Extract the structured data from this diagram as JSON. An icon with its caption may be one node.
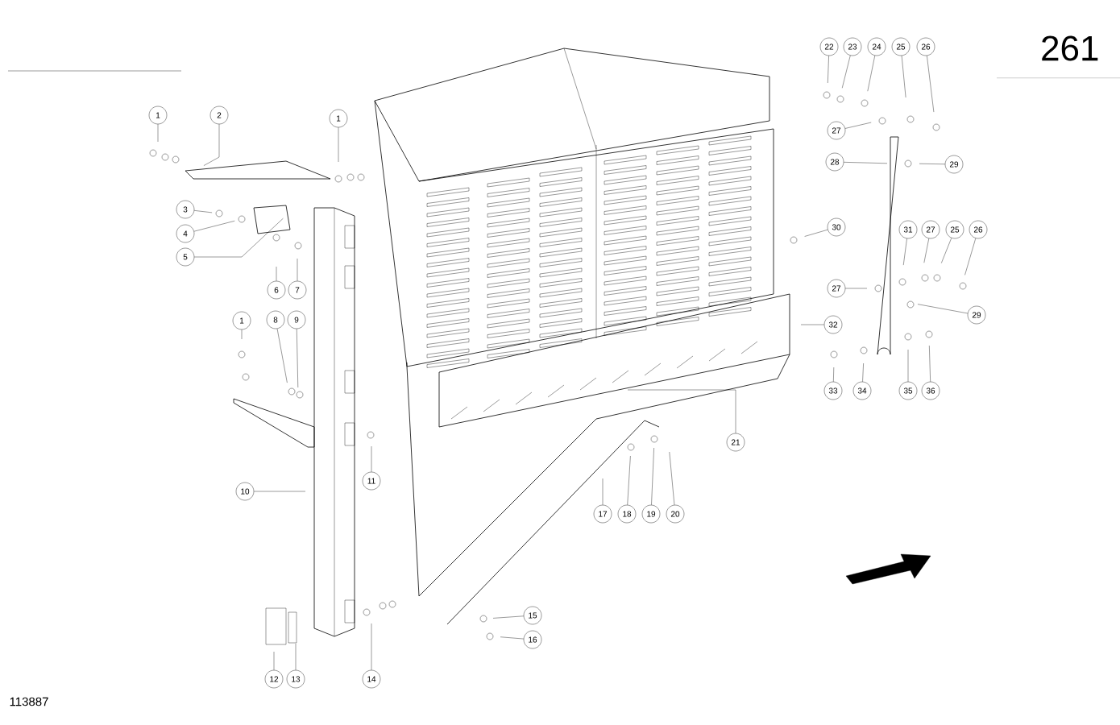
{
  "diagram": {
    "nodes": [
      {
        "text": [
          "1"
        ]
      },
      {
        "text": [
          "2"
        ]
      },
      {
        "text": [
          "1"
        ]
      },
      {
        "text": [
          "3"
        ]
      },
      {
        "text": [
          "4"
        ]
      },
      {
        "text": [
          "5"
        ]
      },
      {
        "text": [
          "6"
        ]
      },
      {
        "text": [
          "7"
        ]
      },
      {
        "text": [
          "1"
        ]
      },
      {
        "text": [
          "8"
        ]
      },
      {
        "text": [
          "9"
        ]
      },
      {
        "text": [
          "10"
        ]
      },
      {
        "text": [
          "11"
        ]
      },
      {
        "text": [
          "12"
        ]
      },
      {
        "text": [
          "13"
        ]
      },
      {
        "text": [
          "14"
        ]
      },
      {
        "text": [
          "15"
        ]
      },
      {
        "text": [
          "16"
        ]
      },
      {
        "text": [
          "17"
        ]
      },
      {
        "text": [
          "18"
        ]
      },
      {
        "text": [
          "19"
        ]
      },
      {
        "text": [
          "20"
        ]
      },
      {
        "text": [
          "21"
        ]
      },
      {
        "text": [
          "22"
        ]
      },
      {
        "text": [
          "23"
        ]
      },
      {
        "text": [
          "24"
        ]
      },
      {
        "text": [
          "25"
        ]
      },
      {
        "text": [
          "26"
        ]
      },
      {
        "text": [
          "27"
        ]
      },
      {
        "text": [
          "28"
        ]
      },
      {
        "text": [
          "29"
        ]
      },
      {
        "text": [
          "30"
        ]
      },
      {
        "text": [
          "31"
        ]
      },
      {
        "text": [
          "27"
        ]
      },
      {
        "text": [
          "25"
        ]
      },
      {
        "text": [
          "26"
        ]
      },
      {
        "text": [
          "27"
        ]
      },
      {
        "text": [
          "29"
        ]
      },
      {
        "text": [
          "32"
        ]
      },
      {
        "text": [
          "33"
        ]
      },
      {
        "text": [
          "34"
        ]
      },
      {
        "text": [
          "35"
        ]
      },
      {
        "text": [
          "36"
        ]
      }
    ],
    "edges": [
      {
        "from": 0,
        "to": null,
        "arrow": "none"
      },
      {
        "from": 1,
        "to": null,
        "arrow": "none"
      },
      {
        "from": 2,
        "to": null,
        "arrow": "none"
      },
      {
        "from": 3,
        "to": null,
        "arrow": "none"
      },
      {
        "from": 4,
        "to": null,
        "arrow": "none"
      },
      {
        "from": 5,
        "to": null,
        "arrow": "none"
      },
      {
        "from": 6,
        "to": null,
        "arrow": "none"
      },
      {
        "from": 7,
        "to": null,
        "arrow": "none"
      },
      {
        "from": 8,
        "to": null,
        "arrow": "none"
      },
      {
        "from": 9,
        "to": null,
        "arrow": "none"
      },
      {
        "from": 10,
        "to": null,
        "arrow": "none"
      },
      {
        "from": 11,
        "to": null,
        "arrow": "none"
      },
      {
        "from": 12,
        "to": null,
        "arrow": "none"
      },
      {
        "from": 13,
        "to": null,
        "arrow": "none"
      },
      {
        "from": 14,
        "to": null,
        "arrow": "none"
      },
      {
        "from": 15,
        "to": null,
        "arrow": "none"
      },
      {
        "from": 16,
        "to": null,
        "arrow": "none"
      },
      {
        "from": 17,
        "to": null,
        "arrow": "none"
      },
      {
        "from": 18,
        "to": null,
        "arrow": "none"
      },
      {
        "from": 19,
        "to": null,
        "arrow": "none"
      },
      {
        "from": 20,
        "to": null,
        "arrow": "none"
      },
      {
        "from": 21,
        "to": null,
        "arrow": "none"
      },
      {
        "from": 22,
        "to": null,
        "arrow": "none"
      },
      {
        "from": 23,
        "to": null,
        "arrow": "none"
      },
      {
        "from": 24,
        "to": null,
        "arrow": "none"
      },
      {
        "from": 25,
        "to": null,
        "arrow": "none"
      },
      {
        "from": 26,
        "to": null,
        "arrow": "none"
      },
      {
        "from": 27,
        "to": null,
        "arrow": "none"
      },
      {
        "from": 28,
        "to": null,
        "arrow": "none"
      },
      {
        "from": 29,
        "to": null,
        "arrow": "none"
      },
      {
        "from": 30,
        "to": null,
        "arrow": "none"
      },
      {
        "from": 31,
        "to": null,
        "arrow": "none"
      },
      {
        "from": 32,
        "to": null,
        "arrow": "none"
      },
      {
        "from": 33,
        "to": null,
        "arrow": "none"
      },
      {
        "from": 34,
        "to": null,
        "arrow": "none"
      },
      {
        "from": 35,
        "to": null,
        "arrow": "none"
      },
      {
        "from": 36,
        "to": null,
        "arrow": "none"
      },
      {
        "from": 37,
        "to": null,
        "arrow": "none"
      },
      {
        "from": 38,
        "to": null,
        "arrow": "none"
      },
      {
        "from": 39,
        "to": null,
        "arrow": "none"
      },
      {
        "from": 40,
        "to": null,
        "arrow": "none"
      },
      {
        "from": 41,
        "to": null,
        "arrow": "none"
      },
      {
        "from": 42,
        "to": null,
        "arrow": "none"
      }
    ],
    "labels": [
      "261",
      "113887"
    ]
  }
}
